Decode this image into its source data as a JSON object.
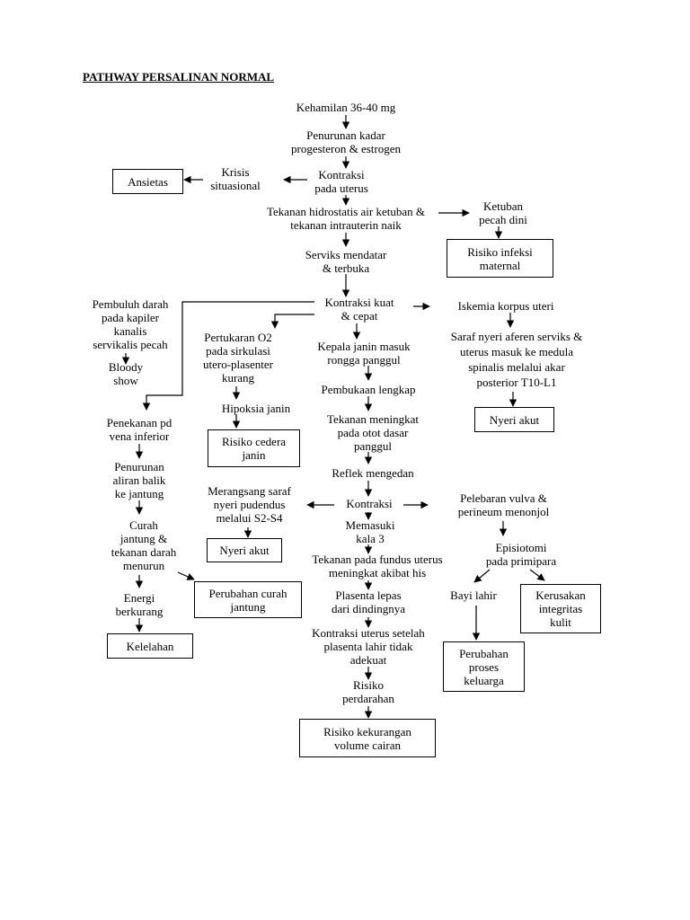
{
  "title": "PATHWAY PERSALINAN NORMAL",
  "nodes": {
    "kehamilan": "Kehamilan 36-40 mg",
    "penurunan_kadar_1": "Penurunan kadar",
    "penurunan_kadar_2": "progesteron & estrogen",
    "kontraksi_uterus_1": "Kontraksi",
    "kontraksi_uterus_2": "pada uterus",
    "krisis_1": "Krisis",
    "krisis_2": "situasional",
    "ansietas": "Ansietas",
    "tekanan_hidro_1": "Tekanan hidrostatis air ketuban &",
    "tekanan_hidro_2": "tekanan intrauterin naik",
    "ketuban_1": "Ketuban",
    "ketuban_2": "pecah dini",
    "risiko_infeksi_1": "Risiko infeksi",
    "risiko_infeksi_2": "maternal",
    "serviks_1": "Serviks mendatar",
    "serviks_2": "& terbuka",
    "kontraksi_kuat_1": "Kontraksi kuat",
    "kontraksi_kuat_2": "& cepat",
    "iskemia": "Iskemia korpus uteri",
    "saraf_nyeri_1": "Saraf nyeri aferen serviks &",
    "saraf_nyeri_2": "uterus masuk ke medula",
    "saraf_nyeri_3": "spinalis melalui akar",
    "saraf_nyeri_4": "posterior T10-L1",
    "nyeri_akut_right": "Nyeri akut",
    "pembuluh_1": "Pembuluh darah",
    "pembuluh_2": "pada kapiler",
    "pembuluh_3": "kanalis",
    "pembuluh_4": "servikalis pecah",
    "bloody_1": "Bloody",
    "bloody_2": "show",
    "pertukaran_1": "Pertukaran O2",
    "pertukaran_2": "pada sirkulasi",
    "pertukaran_3": "utero-plasenter",
    "pertukaran_4": "kurang",
    "hipoksia": "Hipoksia janin",
    "risiko_cedera_1": "Risiko cedera",
    "risiko_cedera_2": "janin",
    "kepala_1": "Kepala janin masuk",
    "kepala_2": "rongga panggul",
    "pembukaan": "Pembukaan lengkap",
    "tekanan_otot_1": "Tekanan meningkat",
    "tekanan_otot_2": "pada otot dasar",
    "tekanan_otot_3": "panggul",
    "reflek": "Reflek mengedan",
    "penekanan_1": "Penekanan pd",
    "penekanan_2": "vena inferior",
    "penurunan_aliran_1": "Penurunan",
    "penurunan_aliran_2": "aliran balik",
    "penurunan_aliran_3": "ke jantung",
    "curah_1": "Curah",
    "curah_2": "jantung &",
    "curah_3": "tekanan darah",
    "curah_4": "menurun",
    "energi_1": "Energi",
    "energi_2": "berkurang",
    "kelelahan": "Kelelahan",
    "merangsang_1": "Merangsang saraf",
    "merangsang_2": "nyeri pudendus",
    "merangsang_3": "melalui S2-S4",
    "nyeri_akut_mid": "Nyeri akut",
    "perubahan_curah_1": "Perubahan curah",
    "perubahan_curah_2": "jantung",
    "kontraksi_center": "Kontraksi",
    "memasuki_1": "Memasuki",
    "memasuki_2": "kala 3",
    "pelebaran_1": "Pelebaran vulva &",
    "pelebaran_2": "perineum menonjol",
    "episiotomi_1": "Episiotomi",
    "episiotomi_2": "pada primipara",
    "tekanan_fundus_1": "Tekanan pada fundus uterus",
    "tekanan_fundus_2": "meningkat akibat his",
    "bayi_lahir": "Bayi lahir",
    "kerusakan_1": "Kerusakan",
    "kerusakan_2": "integritas",
    "kerusakan_3": "kulit",
    "plasenta_1": "Plasenta lepas",
    "plasenta_2": "dari dindingnya",
    "perubahan_proses_1": "Perubahan",
    "perubahan_proses_2": "proses",
    "perubahan_proses_3": "keluarga",
    "kontraksi_setelah_1": "Kontraksi uterus setelah",
    "kontraksi_setelah_2": "plasenta lahir tidak",
    "kontraksi_setelah_3": "adekuat",
    "risiko_perdarahan_1": "Risiko",
    "risiko_perdarahan_2": "perdarahan",
    "risiko_kekurangan_1": "Risiko kekurangan",
    "risiko_kekurangan_2": "volume cairan"
  }
}
